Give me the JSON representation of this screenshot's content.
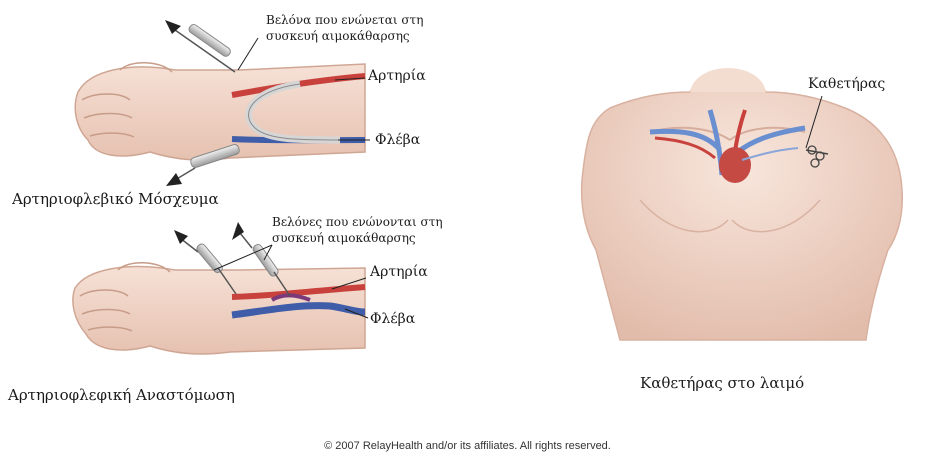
{
  "top_panel": {
    "needle_label_line1": "Βελόνα που ενώνεται στη",
    "needle_label_line2": "συσκευή αιμοκάθαρσης",
    "artery_label": "Αρτηρία",
    "vein_label": "Φλέβα",
    "caption": "Αρτηριοφλεβικό Μόσχευμα"
  },
  "bottom_panel": {
    "needles_label_line1": "Βελόνες που ενώνονται στη",
    "needles_label_line2": "συσκευή αιμοκάθαρσης",
    "artery_label": "Αρτηρία",
    "vein_label": "Φλέβα",
    "caption": "Αρτηριοφλεφική Αναστόμωση"
  },
  "chest_panel": {
    "catheter_label": "Καθετήρας",
    "caption": "Καθετήρας στο λαιμό"
  },
  "footer": {
    "copyright": "© 2007 RelayHealth and/or its affiliates.  All rights reserved."
  },
  "colors": {
    "skin": "#f1d8cb",
    "skin_shadow": "#dcb6a5",
    "artery": "#c8413c",
    "vein": "#3f5da8",
    "needle": "#c9c9c9"
  }
}
